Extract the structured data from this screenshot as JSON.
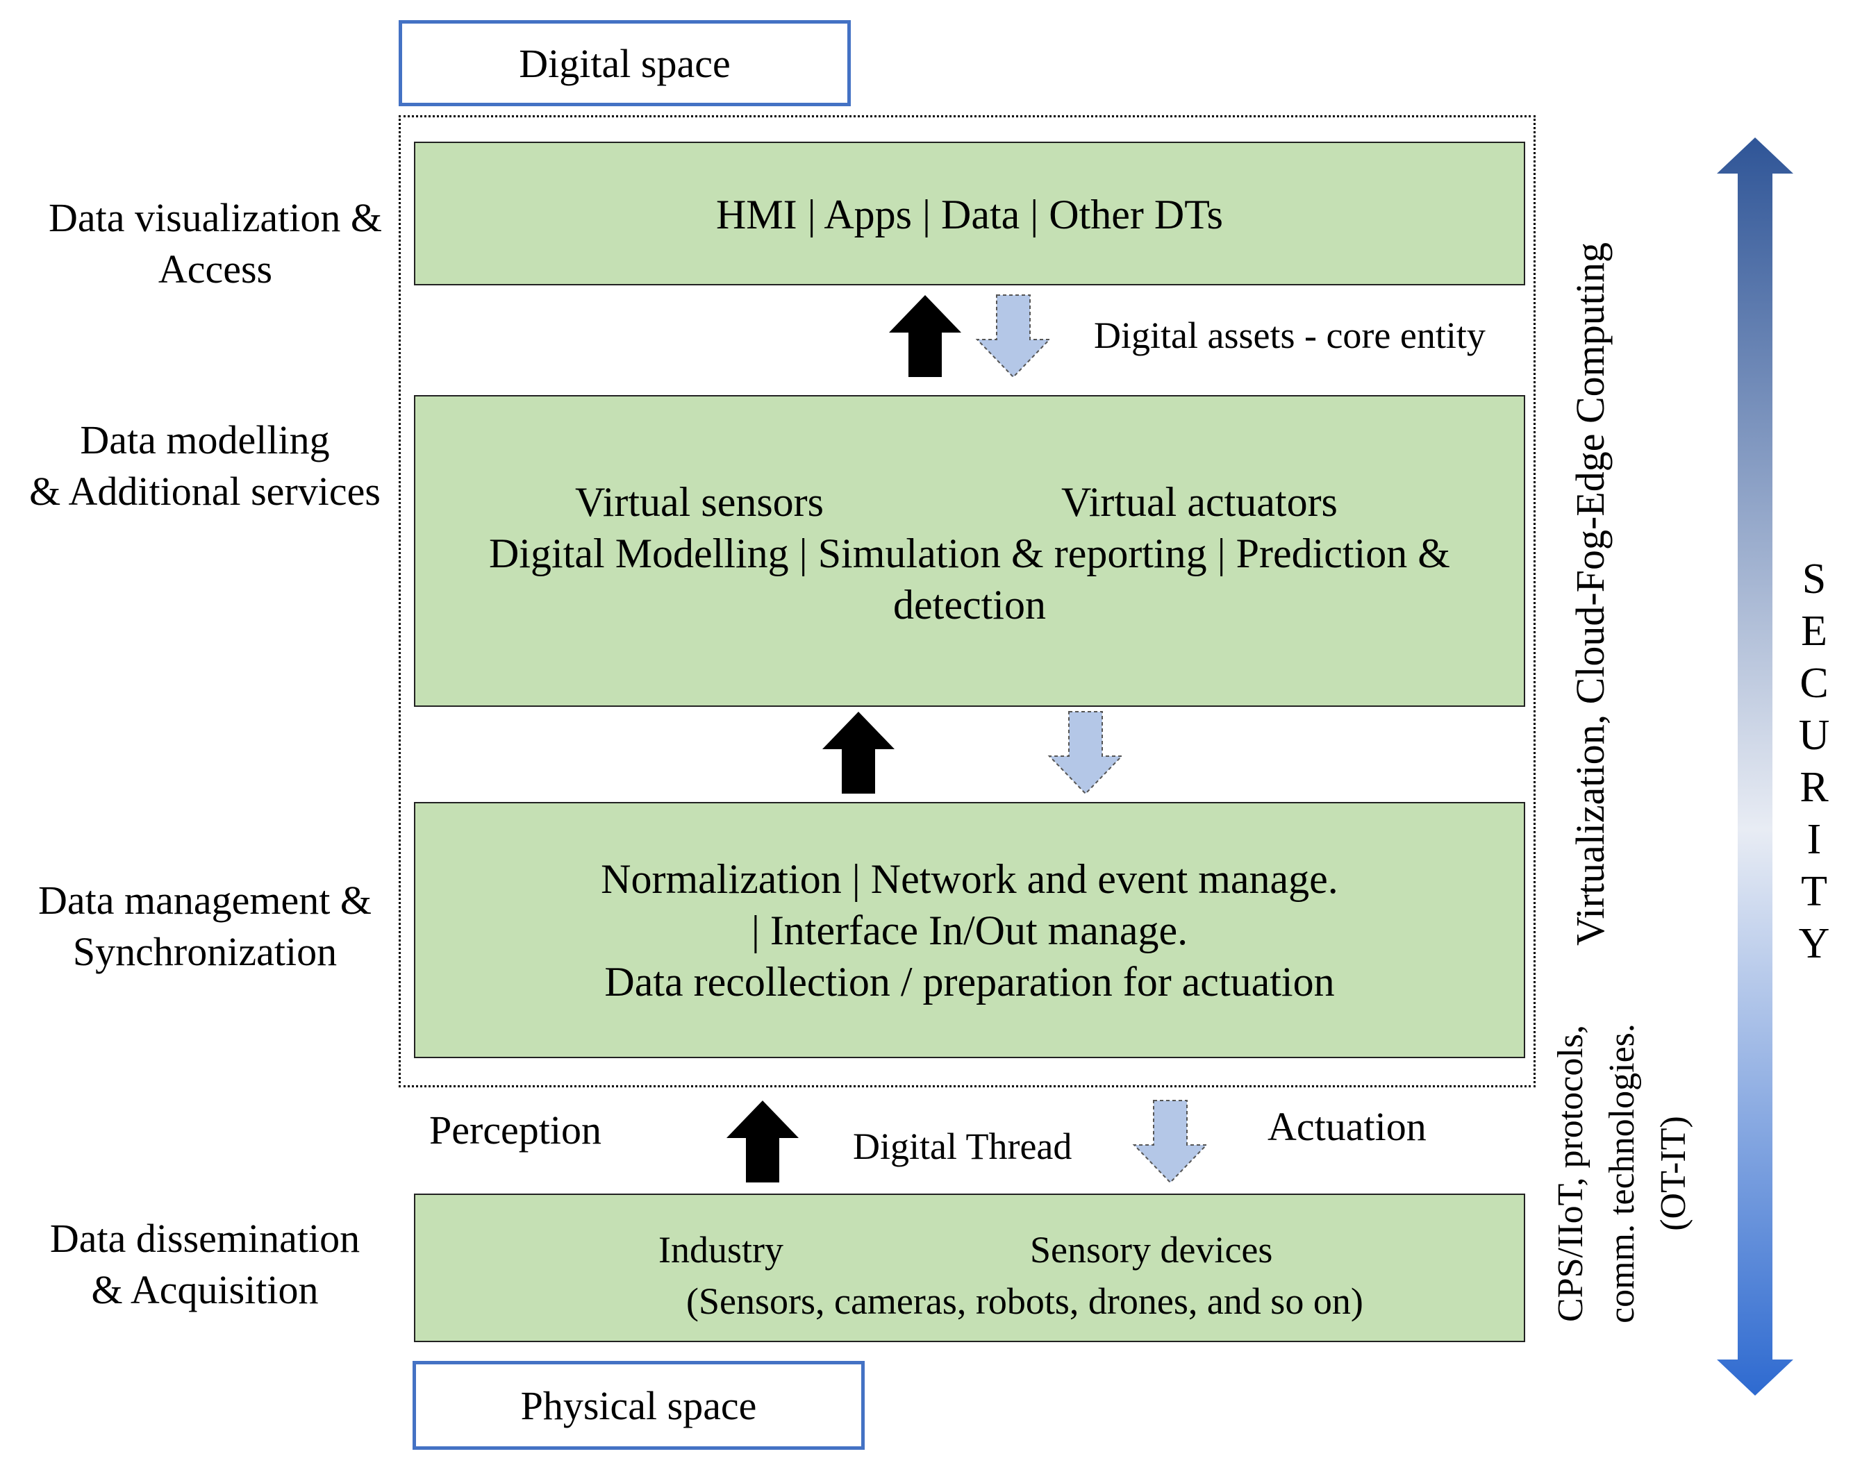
{
  "top_box": {
    "label": "Digital space"
  },
  "bottom_box": {
    "label": "Physical space"
  },
  "left_labels": [
    [
      "Data visualization &",
      "Access"
    ],
    [
      "Data modelling",
      "& Additional services"
    ],
    [
      "Data management &",
      "Synchronization"
    ],
    [
      "Data dissemination",
      "& Acquisition"
    ]
  ],
  "layers": {
    "access": {
      "text": "HMI | Apps | Data | Other DTs"
    },
    "modelling": {
      "virtual_sensors": "Virtual sensors",
      "virtual_actuators": "Virtual actuators",
      "line2": "Digital Modelling | Simulation & reporting | Prediction &",
      "line3": "detection"
    },
    "management": {
      "line1": "Normalization | Network and event manage.",
      "line2": "| Interface In/Out manage.",
      "line3": "Data recollection / preparation for actuation"
    },
    "acquisition": {
      "industry": "Industry",
      "sensory_devices": "Sensory devices",
      "line2": "(Sensors, cameras, robots, drones, and so on)"
    }
  },
  "annotations": {
    "digital_assets": "Digital assets - core entity",
    "perception": "Perception",
    "digital_thread": "Digital Thread",
    "actuation": "Actuation"
  },
  "vertical_labels": {
    "virtualization": "Virtualization, Cloud-Fog-Edge Computing",
    "cps_lines": [
      "CPS/IIoT, protocols,",
      "comm. technologies.",
      "(OT-IT)"
    ]
  },
  "security": {
    "letters": [
      "S",
      "E",
      "C",
      "U",
      "R",
      "I",
      "T",
      "Y"
    ]
  },
  "colors": {
    "layer_fill": "#c5e0b4",
    "box_border": "#4472c4",
    "down_arrow_fill": "#b4c7e7",
    "security_gradient": [
      "#2f5597",
      "#e8ecf4",
      "#2e6ad0"
    ]
  }
}
